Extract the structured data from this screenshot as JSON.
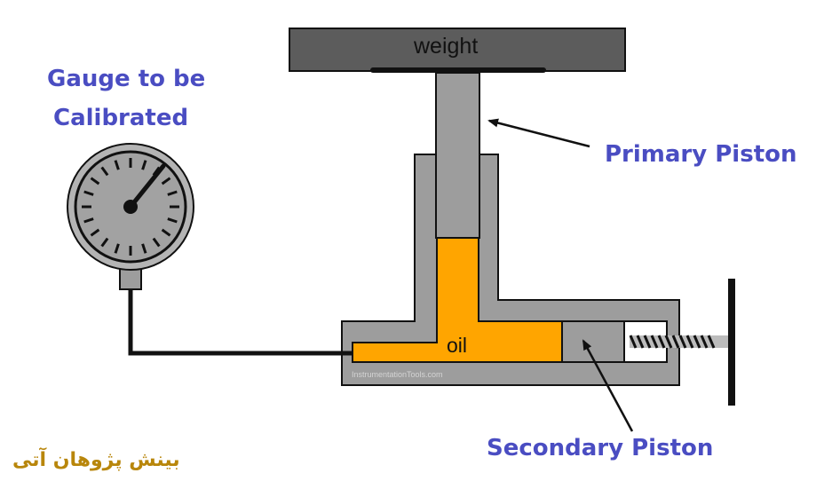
{
  "labels": {
    "gauge": [
      "Gauge to be",
      "Calibrated"
    ],
    "primary_piston": "Primary Piston",
    "secondary_piston": "Secondary Piston",
    "weight": "weight",
    "oil": "oil",
    "watermark": "InstrumentationTools.com",
    "logo": "بینش پژوهان آتی"
  },
  "colors": {
    "label_blue": "#4a4dc2",
    "body_gray": "#9d9d9d",
    "weight_gray": "#5c5c5c",
    "oil_orange": "#ffa500",
    "outline": "#111111",
    "logo_gold": "#b8860b"
  }
}
